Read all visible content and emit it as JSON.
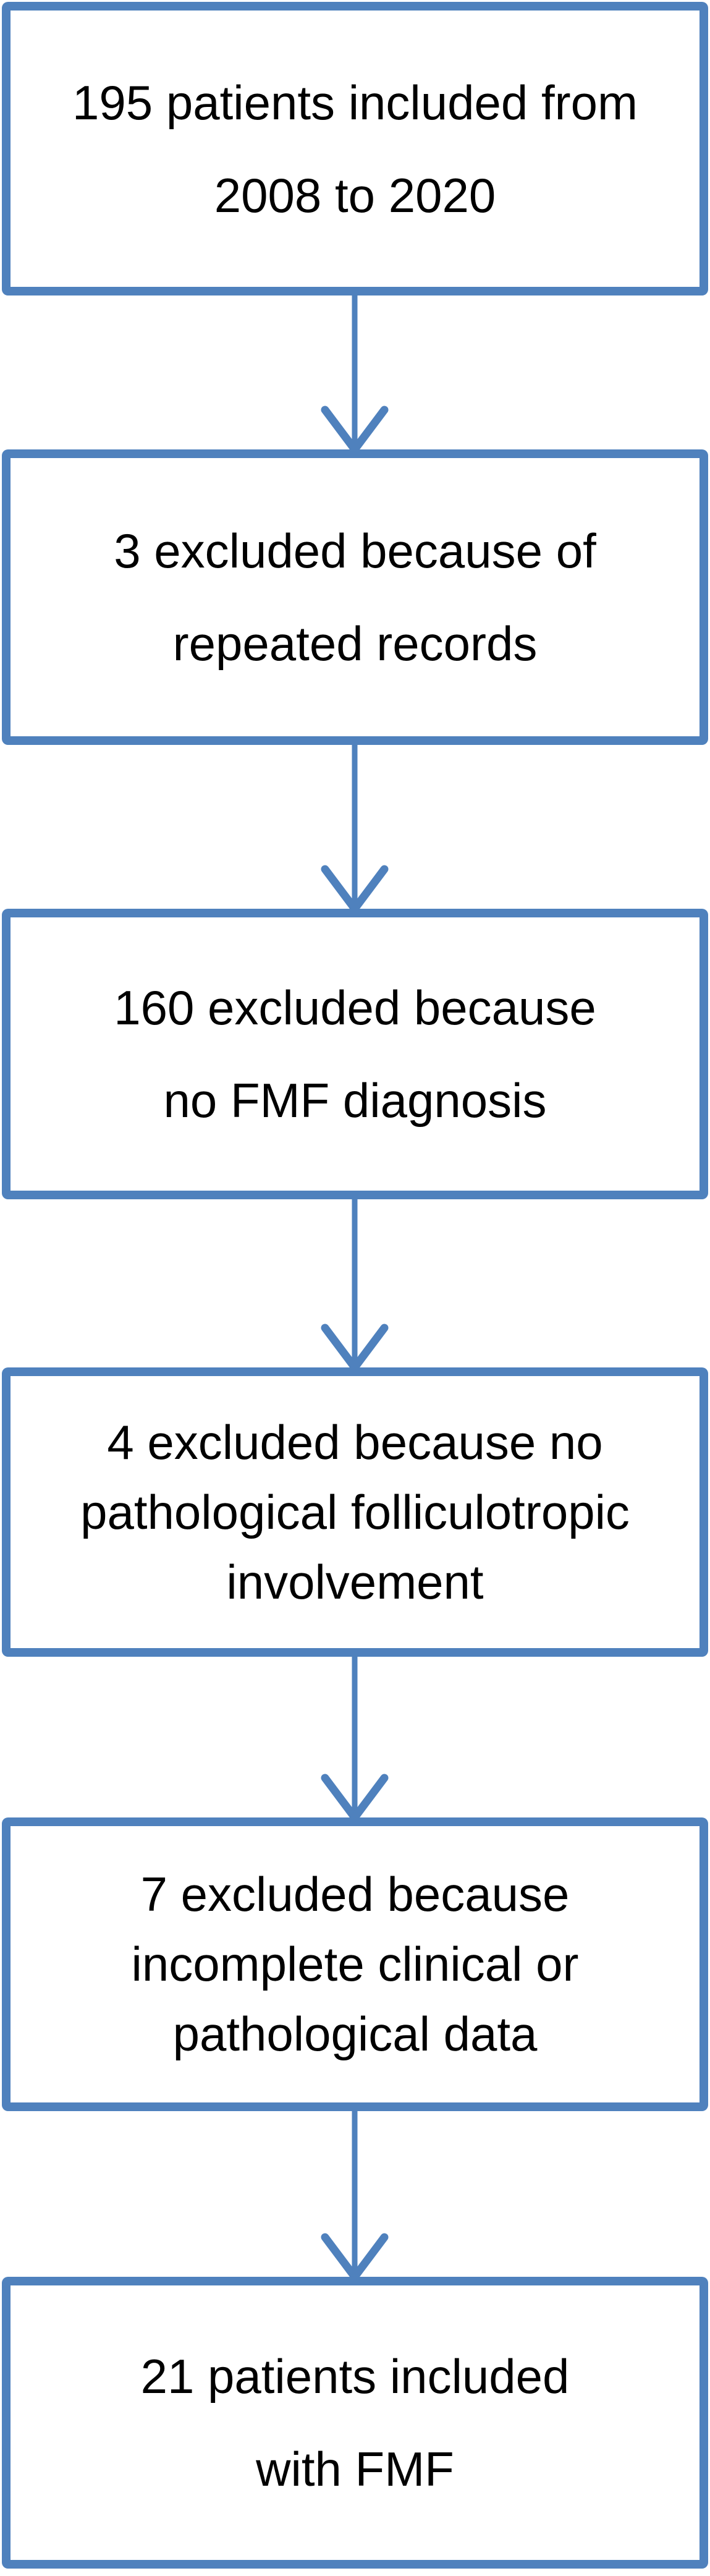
{
  "figure": {
    "type": "flowchart",
    "accent_color": "#4f81bd",
    "text_color": "#000000",
    "background_color": "#ffffff",
    "boxes": [
      {
        "id": "box-patients-included",
        "lines": [
          "195 patients included from",
          "2008 to 2020"
        ]
      },
      {
        "id": "box-excluded-repeated-records",
        "lines": [
          "3 excluded because of",
          "repeated records"
        ]
      },
      {
        "id": "box-excluded-no-fmf-diagnosis",
        "lines": [
          "160 excluded because",
          "no FMF diagnosis"
        ]
      },
      {
        "id": "box-excluded-no-folliculotropic",
        "lines": [
          "4 excluded because no",
          "pathological folliculotropic",
          "involvement"
        ]
      },
      {
        "id": "box-excluded-incomplete-data",
        "lines": [
          "7 excluded because",
          "incomplete clinical or",
          "pathological data"
        ]
      },
      {
        "id": "box-patients-included-with-fmf",
        "lines": [
          "21 patients included",
          "with FMF"
        ]
      }
    ],
    "connectors": [
      {
        "from": "box-patients-included",
        "to": "box-excluded-repeated-records",
        "direction": "down"
      },
      {
        "from": "box-excluded-repeated-records",
        "to": "box-excluded-no-fmf-diagnosis",
        "direction": "down"
      },
      {
        "from": "box-excluded-no-fmf-diagnosis",
        "to": "box-excluded-no-folliculotropic",
        "direction": "down"
      },
      {
        "from": "box-excluded-no-folliculotropic",
        "to": "box-excluded-incomplete-data",
        "direction": "down"
      },
      {
        "from": "box-excluded-incomplete-data",
        "to": "box-patients-included-with-fmf",
        "direction": "down"
      }
    ]
  }
}
